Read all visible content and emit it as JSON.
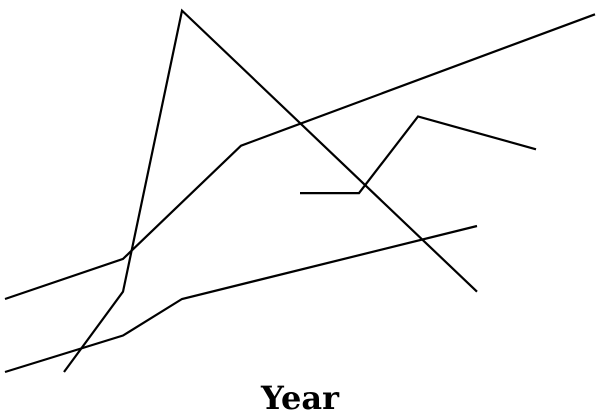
{
  "chart_data": {
    "type": "line",
    "title": "",
    "xlabel": "Year",
    "ylabel": "",
    "grid": false,
    "legend": "none",
    "xlim": [
      0,
      10
    ],
    "ylim": [
      0,
      10
    ],
    "series": [
      {
        "x": [
          1,
          2,
          3,
          8
        ],
        "y": [
          0,
          2.2,
          9.9,
          2.2
        ],
        "color": "#000000"
      },
      {
        "x": [
          0,
          2,
          4,
          10
        ],
        "y": [
          2,
          3.1,
          6.2,
          9.8
        ],
        "color": "#000000"
      },
      {
        "x": [
          0,
          2,
          3,
          8
        ],
        "y": [
          0,
          1,
          2,
          4
        ],
        "color": "#000000"
      },
      {
        "x": [
          5,
          6,
          7,
          9
        ],
        "y": [
          4.9,
          4.9,
          7,
          6.1
        ],
        "color": "#000000"
      }
    ]
  }
}
